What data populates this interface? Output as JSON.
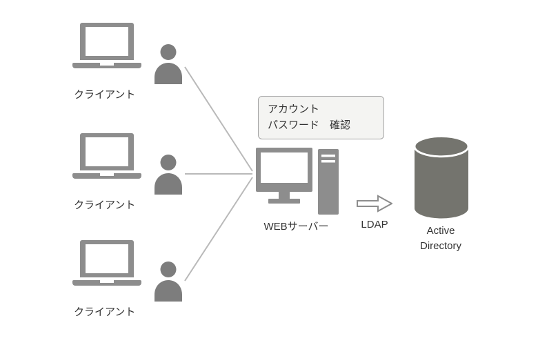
{
  "colors": {
    "icon_gray": "#8d8d8d",
    "person_gray": "#7d7d7d",
    "line_gray": "#b9b9b9",
    "callout_bg": "#f4f4f2",
    "callout_border": "#a3a3a3",
    "db_gray": "#74746e",
    "text": "#333333"
  },
  "clients": [
    {
      "label": "クライアント"
    },
    {
      "label": "クライアント"
    },
    {
      "label": "クライアント"
    }
  ],
  "callout": {
    "line1": "アカウント",
    "line2": "パスワード　確認"
  },
  "server": {
    "label": "WEBサーバー"
  },
  "arrow": {
    "label": "LDAP"
  },
  "database": {
    "line1": "Active",
    "line2": "Directory"
  }
}
